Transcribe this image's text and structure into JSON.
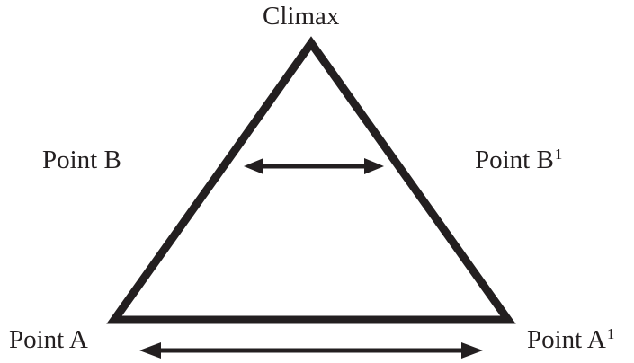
{
  "diagram": {
    "type": "plot-triangle",
    "colors": {
      "stroke": "#231f20",
      "text": "#231f20",
      "background": "#ffffff"
    },
    "labels": {
      "climax": "Climax",
      "point_b": "Point B",
      "point_b1": {
        "text": "Point B",
        "superscript": "1"
      },
      "point_a": "Point A",
      "point_a1": {
        "text": "Point A",
        "superscript": "1"
      }
    },
    "arrows": [
      {
        "name": "rising-falling-connector",
        "direction": "bidirectional",
        "connects": [
          "Point B",
          "Point B1"
        ]
      },
      {
        "name": "base-connector",
        "direction": "bidirectional",
        "connects": [
          "Point A",
          "Point A1"
        ]
      }
    ]
  }
}
